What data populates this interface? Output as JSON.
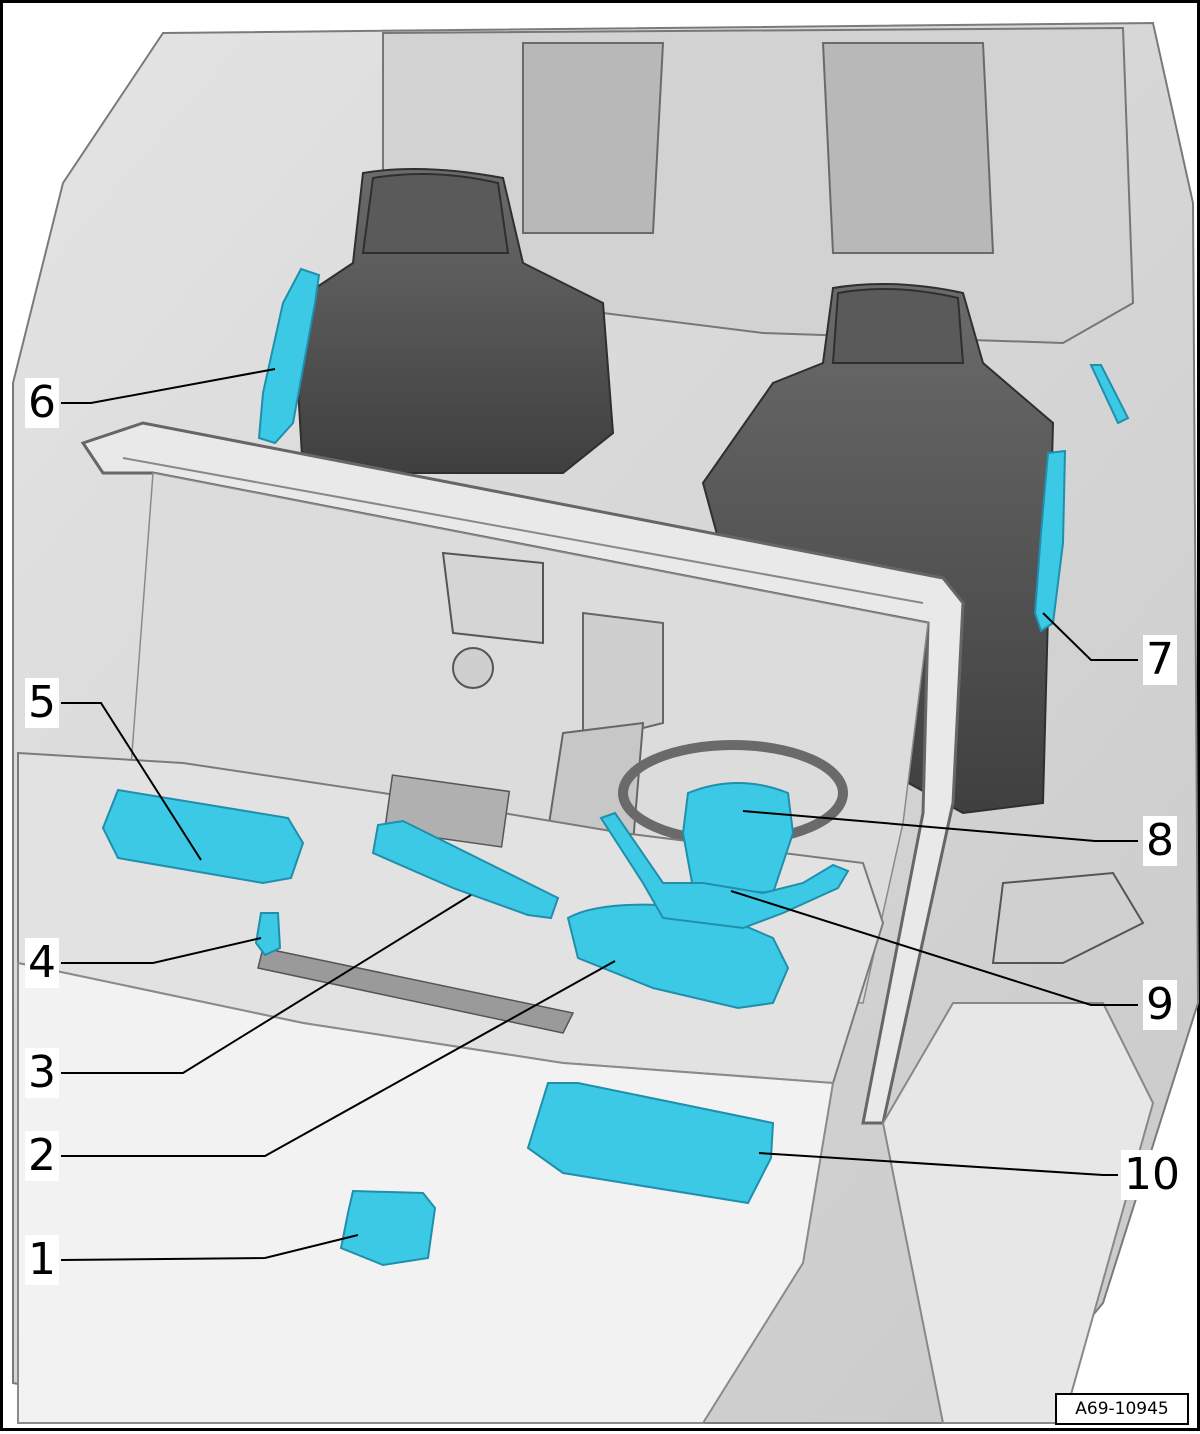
{
  "figure": {
    "reference_code": "A69-10945",
    "component_color": "#3cc9e6",
    "component_shade": "#1f8fab",
    "callouts": [
      {
        "id": "1",
        "label": "1"
      },
      {
        "id": "2",
        "label": "2"
      },
      {
        "id": "3",
        "label": "3"
      },
      {
        "id": "4",
        "label": "4"
      },
      {
        "id": "5",
        "label": "5"
      },
      {
        "id": "6",
        "label": "6"
      },
      {
        "id": "7",
        "label": "7"
      },
      {
        "id": "8",
        "label": "8"
      },
      {
        "id": "9",
        "label": "9"
      },
      {
        "id": "10",
        "label": "10"
      }
    ]
  }
}
